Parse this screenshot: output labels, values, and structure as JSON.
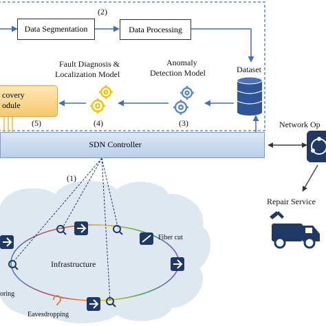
{
  "steps": {
    "step1": "(1)",
    "step2": "(2)",
    "step3": "(3)",
    "step4": "(4)",
    "step5": "(5)"
  },
  "pipeline": {
    "data_segmentation": "Data Segmentation",
    "data_processing": "Data Processing",
    "dataset": "Dataset",
    "anomaly_line1": "Anomaly",
    "anomaly_line2": "Detection Model",
    "fault_line1": "Fault Diagnosis &",
    "fault_line2": "Localization Model",
    "recovery_line1": "covery",
    "recovery_line2": "odule"
  },
  "controller": {
    "label": "SDN Controller"
  },
  "right": {
    "network_ops": "Network Op",
    "repair_service": "Repair Service"
  },
  "infrastructure": {
    "label": "Infrastructure",
    "fiber_cut": "Fiber cut",
    "eavesdropping": "Eavesdropping",
    "monitoring_partial": "oring"
  },
  "colors": {
    "dashed_frame": "#4a6fa5",
    "arrow_blue": "#3f6fb5",
    "gear_blue": "#5b86c5",
    "gear_gold": "#f2c200",
    "controller_fill": "#c8dbef",
    "recovery_fill": "#f9d27e",
    "device_navy": "#1f3864",
    "cloud_fill": "#dfe8f1"
  }
}
